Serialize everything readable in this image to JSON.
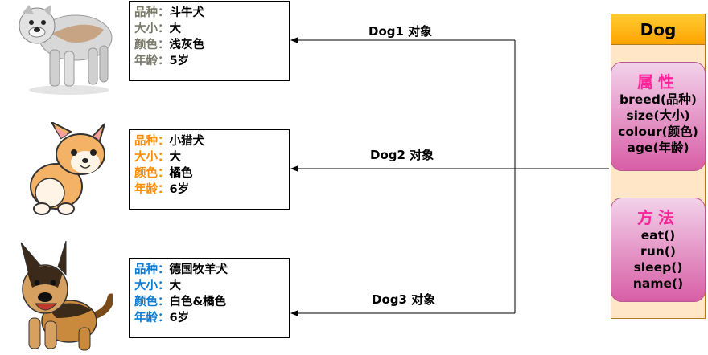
{
  "dogs": [
    {
      "labels": [
        "品种：",
        "大小：",
        "颜色：",
        "年龄："
      ],
      "values": [
        "斗牛犬",
        "大",
        "浅灰色",
        "5岁"
      ],
      "label_color": "#7a7a6a",
      "edge_label": "Dog1  对象"
    },
    {
      "labels": [
        "品种：",
        "大小：",
        "颜色：",
        "年龄："
      ],
      "values": [
        "小猎犬",
        "大",
        "橘色",
        "6岁"
      ],
      "label_color": "#ff8c00",
      "edge_label": "Dog2 对象"
    },
    {
      "labels": [
        "品种：",
        "大小：",
        "颜色：",
        "年龄："
      ],
      "values": [
        "德国牧羊犬",
        "大",
        "白色&橘色",
        "6岁"
      ],
      "label_color": "#0a7dd6",
      "edge_label": "Dog3 对象"
    }
  ],
  "class_box": {
    "title": "Dog",
    "attributes_title": "属性",
    "attributes": [
      "breed(品种)",
      "size(大小)",
      "colour(颜色)",
      "age(年龄)"
    ],
    "methods_title": "方法",
    "methods": [
      "eat()",
      "run()",
      "sleep()",
      "name()"
    ]
  },
  "colors": {
    "title_fill": "#ffb300",
    "panel_fill": "#ffe6c7",
    "section_fill": "#e58cc4",
    "section_title": "#ff2299"
  },
  "icons": [
    "bulldog-illustration",
    "corgi-illustration",
    "german-shepherd-illustration"
  ]
}
